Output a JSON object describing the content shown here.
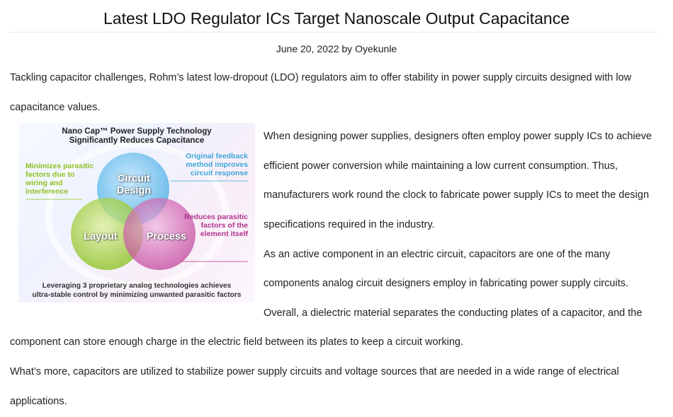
{
  "article": {
    "title": "Latest LDO Regulator ICs Target Nanoscale Output Capacitance",
    "byline": "June 20, 2022 by Oyekunle",
    "paragraphs": [
      "Tackling capacitor challenges, Rohm’s latest low-dropout (LDO) regulators aim to offer stability in power supply circuits designed with low capacitance values.",
      "When designing power supplies, designers often employ power supply ICs to achieve efficient power conversion while maintaining a low current consumption. Thus, manufacturers work round the clock to fabricate power supply ICs to meet the design specifications required in the industry.",
      "As an active component in an electric circuit, capacitors are one of the many components analog circuit designers employ in fabricating power supply circuits. Overall, a dielectric material separates the conducting plates of a capacitor, and the component can store enough charge in the electric field between its plates to keep a circuit working.",
      "What’s more, capacitors are utilized to stabilize power supply circuits and voltage sources that are needed in a wide range of electrical applications."
    ]
  },
  "figure": {
    "title_line1": "Nano Cap™ Power Supply Technology",
    "title_line2": "Significantly Reduces Capacitance",
    "left_note": "Minimizes parasitic factors due to wiring and interference",
    "right_top_note": "Original feedback method improves circuit response",
    "right_bottom_note": "Reduces parasitic factors of the element itself",
    "circle_circuit": "Circuit Design",
    "circle_layout": "Layout",
    "circle_process": "Process",
    "bottom_line1": "Leveraging 3 proprietary analog technologies achieves",
    "bottom_line2": "ultra-stable control by minimizing unwanted parasitic factors",
    "colors": {
      "circuit": "#5cb8e8",
      "layout": "#9acd32",
      "process": "#c94fa6",
      "left_note": "#8fbf1f",
      "right_top_note": "#3ea6d8",
      "right_bottom_note": "#b0338d"
    }
  }
}
